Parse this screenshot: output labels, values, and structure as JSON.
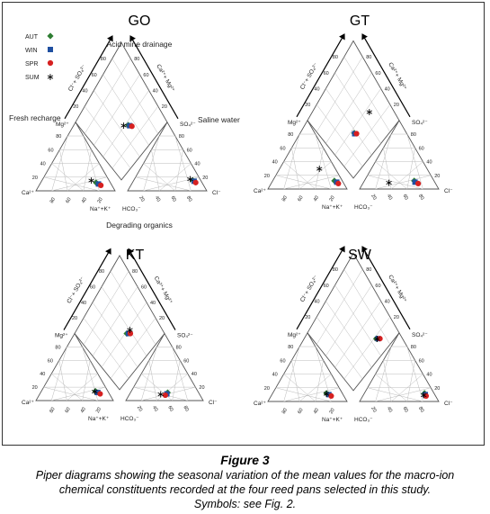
{
  "legend": [
    {
      "label": "AUT",
      "marker": "diamond",
      "color": "#2e7d32"
    },
    {
      "label": "WIN",
      "marker": "square",
      "color": "#1f4fa0"
    },
    {
      "label": "SPR",
      "marker": "circle",
      "color": "#d62020"
    },
    {
      "label": "SUM",
      "marker": "star",
      "color": "#000000"
    }
  ],
  "labels": {
    "cation_axis": "Ca²⁺",
    "mg_axis": "Mg²⁺",
    "nak_axis": "Na⁺+K⁺",
    "hco3_axis": "HCO₃⁻",
    "so4_axis": "SO₄²⁻",
    "cl_axis": "Cl⁻",
    "diamond_left_arrow": "Cl⁻+ SO₄²⁻",
    "diamond_right_arrow": "Ca²⁺+ Mg²⁺",
    "tick_values": [
      "20",
      "40",
      "60",
      "80"
    ],
    "acid_mine_drainage": "Acid mine drainage",
    "fresh_recharge": "Fresh recharge",
    "saline_water": "Saline water",
    "degrading_organics": "Degrading organics"
  },
  "caption": {
    "title": "Figure 3",
    "line1": "Piper diagrams showing the seasonal variation of the mean values for the macro-ion",
    "line2": "chemical constituents recorded at the four reed pans selected in this study.",
    "line3": "Symbols: see Fig. 2."
  },
  "chart_data": [
    {
      "type": "piper",
      "title": "GO",
      "samples": {
        "AUT": {
          "cation": [
            12,
            18,
            70
          ],
          "anion": [
            15,
            10,
            75
          ],
          "diamond": [
            55,
            40
          ]
        },
        "WIN": {
          "cation": [
            10,
            16,
            74
          ],
          "anion": [
            14,
            9,
            77
          ],
          "diamond": [
            56,
            38
          ]
        },
        "SPR": {
          "cation": [
            8,
            14,
            78
          ],
          "anion": [
            12,
            8,
            80
          ],
          "diamond": [
            58,
            35
          ]
        },
        "SUM": {
          "cation": [
            16,
            22,
            62
          ],
          "anion": [
            18,
            12,
            70
          ],
          "diamond": [
            50,
            45
          ]
        }
      }
    },
    {
      "type": "piper",
      "title": "GT",
      "samples": {
        "AUT": {
          "cation": [
            12,
            10,
            78
          ],
          "anion": [
            12,
            25,
            63
          ],
          "diamond": [
            40,
            38
          ]
        },
        "WIN": {
          "cation": [
            10,
            8,
            82
          ],
          "anion": [
            10,
            25,
            65
          ],
          "diamond": [
            40,
            37
          ]
        },
        "SPR": {
          "cation": [
            8,
            7,
            85
          ],
          "anion": [
            8,
            22,
            70
          ],
          "diamond": [
            42,
            35
          ]
        },
        "SUM": {
          "cation": [
            30,
            20,
            50
          ],
          "anion": [
            10,
            58,
            32
          ],
          "diamond": [
            75,
            40
          ]
        }
      }
    },
    {
      "type": "piper",
      "title": "KT",
      "samples": {
        "AUT": {
          "cation": [
            14,
            16,
            70
          ],
          "anion": [
            12,
            40,
            48
          ],
          "diamond": [
            58,
            42
          ]
        },
        "WIN": {
          "cation": [
            12,
            14,
            74
          ],
          "anion": [
            10,
            42,
            48
          ],
          "diamond": [
            60,
            40
          ]
        },
        "SPR": {
          "cation": [
            10,
            12,
            78
          ],
          "anion": [
            8,
            45,
            47
          ],
          "diamond": [
            62,
            38
          ]
        },
        "SUM": {
          "cation": [
            14,
            17,
            69
          ],
          "anion": [
            10,
            50,
            40
          ],
          "diamond": [
            65,
            42
          ]
        }
      }
    },
    {
      "type": "piper",
      "title": "SW",
      "samples": {
        "AUT": {
          "cation": [
            12,
            20,
            68
          ],
          "anion": [
            12,
            12,
            76
          ],
          "diamond": [
            70,
            20
          ]
        },
        "WIN": {
          "cation": [
            10,
            18,
            72
          ],
          "anion": [
            10,
            12,
            78
          ],
          "diamond": [
            72,
            18
          ]
        },
        "SPR": {
          "cation": [
            8,
            16,
            76
          ],
          "anion": [
            8,
            12,
            80
          ],
          "diamond": [
            74,
            16
          ]
        },
        "SUM": {
          "cation": [
            12,
            20,
            68
          ],
          "anion": [
            10,
            14,
            76
          ],
          "diamond": [
            71,
            19
          ]
        }
      }
    }
  ]
}
